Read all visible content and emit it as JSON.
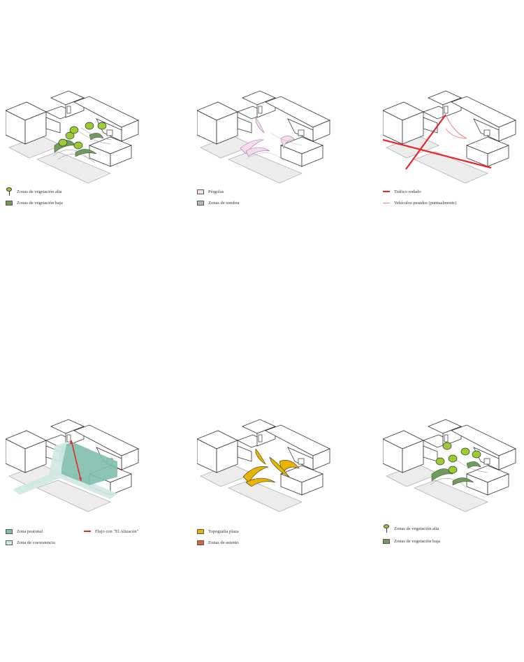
{
  "colors": {
    "veg_alta": "#9acd32",
    "veg_baja": "#6e9c5a",
    "pergolas": "#f3dced",
    "sombra": "#b8b8b8",
    "trafico": "#e8262a",
    "vehiculos": "#f2868a",
    "peatonal": "#7fbfae",
    "coexistencia": "#cfe8e1",
    "flujo": "#e8262a",
    "topografia": "#e8b400",
    "asiento": "#e2643a"
  },
  "panels": [
    {
      "id": "vegetacion-1",
      "legend": [
        {
          "icon": "tree-icon",
          "label": "Zonas de vegetación alta"
        },
        {
          "icon": "green-swatch-icon",
          "label": "Zonas de vegetación baja"
        }
      ]
    },
    {
      "id": "pergolas",
      "legend": [
        {
          "icon": "pink-swatch-icon",
          "label": "Pérgolas"
        },
        {
          "icon": "grey-swatch-icon",
          "label": "Zonas de sombra"
        }
      ]
    },
    {
      "id": "trafico",
      "legend": [
        {
          "icon": "red-line-icon",
          "label": "Tráfico rodado"
        },
        {
          "icon": "pink-line-icon",
          "label": "Vehículos pesados (puntualmente)"
        }
      ]
    },
    {
      "id": "peatonal",
      "legend": [
        {
          "icon": "teal-swatch-icon",
          "label": "Zona peatonal"
        },
        {
          "icon": "light-teal-swatch-icon",
          "label": "Zona de coexistencia"
        }
      ],
      "legend_right": {
        "icon": "red-line-icon",
        "label": "Flujo con \"El Altzacón\""
      }
    },
    {
      "id": "topografia",
      "legend": [
        {
          "icon": "yellow-swatch-icon",
          "label": "Topografía plaza"
        },
        {
          "icon": "orange-swatch-icon",
          "label": "Zonas de asiento"
        }
      ]
    },
    {
      "id": "vegetacion-2",
      "legend": [
        {
          "icon": "tree-icon",
          "label": "Zonas de vegetación alta"
        },
        {
          "icon": "green-swatch-icon",
          "label": "Zonas de vegetación baja"
        }
      ]
    }
  ]
}
